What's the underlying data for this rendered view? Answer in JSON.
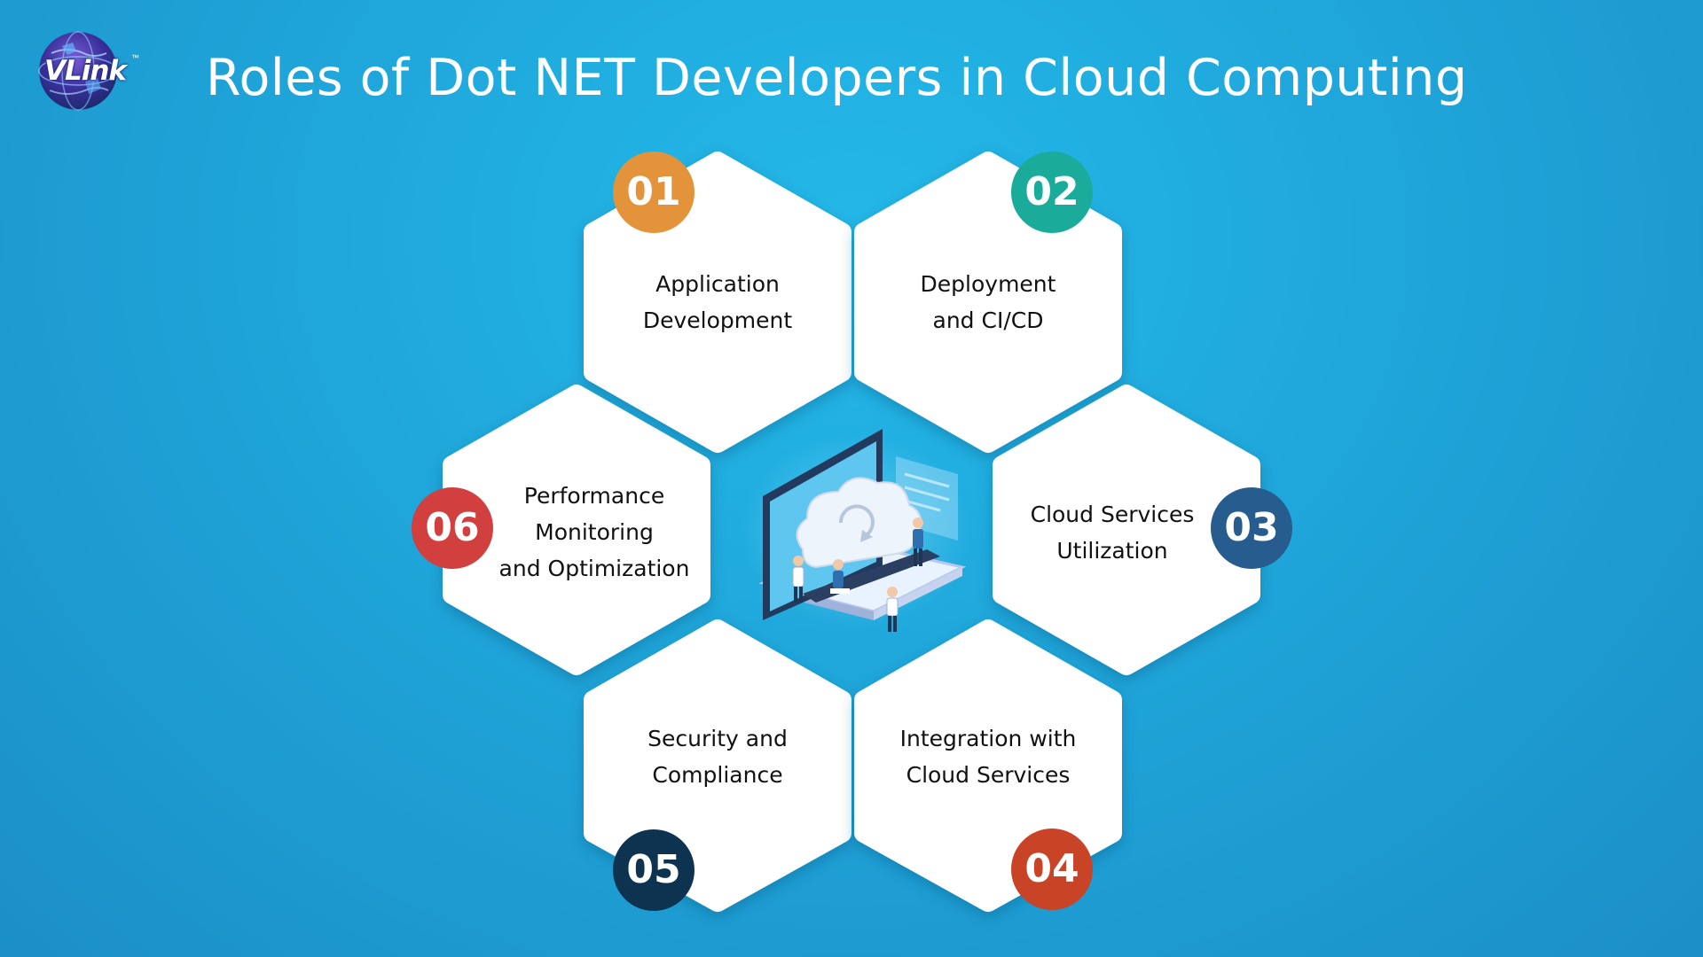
{
  "logo": {
    "text": "VLink",
    "tm": "™"
  },
  "title": "Roles of Dot NET Developers in Cloud Computing",
  "colors": {
    "background_top": "#23b8e8",
    "background_bottom": "#1b8fc6",
    "hexagon_fill": "#ffffff"
  },
  "roles": [
    {
      "number": "01",
      "label_lines": [
        "Application",
        "Development"
      ],
      "badge_color": "#e3933a"
    },
    {
      "number": "02",
      "label_lines": [
        "Deployment",
        "and CI/CD"
      ],
      "badge_color": "#1aab9b"
    },
    {
      "number": "03",
      "label_lines": [
        "Cloud Services",
        "Utilization"
      ],
      "badge_color": "#275d8e"
    },
    {
      "number": "04",
      "label_lines": [
        "Integration with",
        "Cloud Services"
      ],
      "badge_color": "#c94327"
    },
    {
      "number": "05",
      "label_lines": [
        "Security and",
        "Compliance"
      ],
      "badge_color": "#0d3350"
    },
    {
      "number": "06",
      "label_lines": [
        "Performance",
        "Monitoring",
        "and Optimization"
      ],
      "badge_color": "#d23f3f"
    }
  ],
  "center_illustration": {
    "icon": "cloud-computing-illustration"
  }
}
